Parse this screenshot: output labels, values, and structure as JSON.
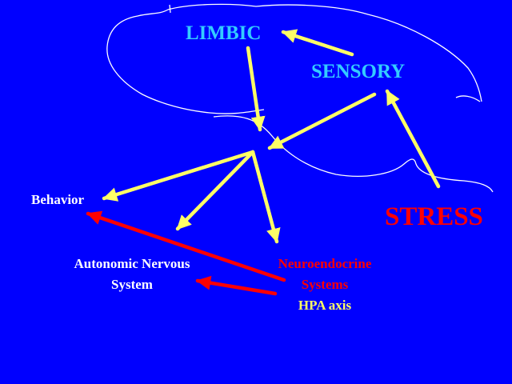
{
  "labels": {
    "limbic": "LIMBIC",
    "sensory": "SENSORY",
    "stress": "STRESS",
    "behavior": "Behavior",
    "autonomic_line1": "Autonomic Nervous",
    "autonomic_line2": "System",
    "neuro_line1": "Neuroendocrine",
    "neuro_line2": "Systems",
    "hpa": "HPA axis"
  },
  "colors": {
    "background": "#0000ff",
    "region_text": "#33ccff",
    "stress_text": "#ff0000",
    "output_text": "#ffffff",
    "neuro_text": "#ff0000",
    "hpa_text": "#ffff66",
    "yellow_arrow": "#ffff66",
    "red_arrow": "#ff0000",
    "brain_outline": "#ffffff"
  },
  "edges": [
    {
      "from": "sensory",
      "to": "limbic",
      "color": "yellow"
    },
    {
      "from": "limbic",
      "to": "hypothalamus",
      "color": "yellow"
    },
    {
      "from": "sensory",
      "to": "hypothalamus",
      "color": "yellow"
    },
    {
      "from": "stress",
      "to": "sensory",
      "color": "yellow"
    },
    {
      "from": "hypothalamus",
      "to": "behavior",
      "color": "yellow"
    },
    {
      "from": "hypothalamus",
      "to": "autonomic",
      "color": "yellow"
    },
    {
      "from": "hypothalamus",
      "to": "neuroendocrine",
      "color": "yellow"
    },
    {
      "from": "neuroendocrine",
      "to": "behavior",
      "color": "red"
    },
    {
      "from": "neuroendocrine",
      "to": "autonomic",
      "color": "red"
    }
  ]
}
